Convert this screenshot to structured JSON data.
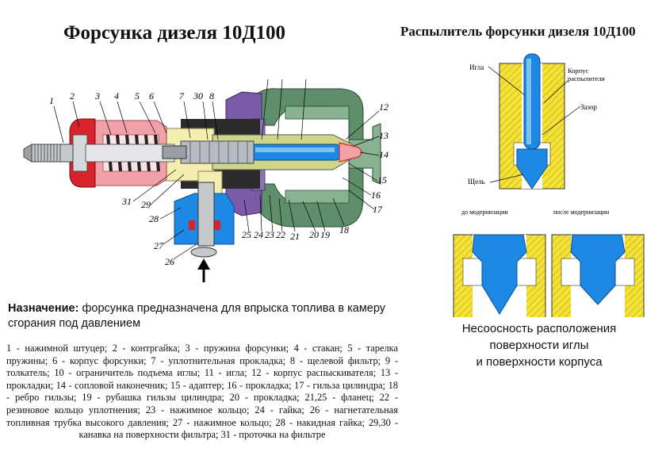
{
  "title": "Форсунка дизеля 10Д100",
  "side_title": "Распылитель форсунки дизеля 10Д100",
  "callouts": [
    "1",
    "2",
    "3",
    "4",
    "5",
    "6",
    "7",
    "30",
    "8",
    "12",
    "13",
    "14",
    "15",
    "16",
    "17",
    "18",
    "19",
    "20",
    "21",
    "22",
    "23",
    "24",
    "25",
    "26",
    "27",
    "28",
    "29",
    "31"
  ],
  "nozzle_labels": {
    "needle": "Игла",
    "body_line1": "Корпус",
    "body_line2": "распылителя",
    "gap": "Зазор",
    "slot": "Щель",
    "before": "до модернизации",
    "after": "после модернизации"
  },
  "purpose_heading": "Назначение:",
  "purpose_text": "форсунка предназначена для впрыска топлива в камеру сгорания под давлением",
  "legend_text": "1 - нажимной штуцер; 2 - контргайка; 3 - пружина форсунки; 4 - стакан; 5 - тарелка пружины; 6 - корпус форсунки; 7 - уплотнительная прокладка; 8 - щелевой фильтр; 9 - толкатель; 10 - ограничитель подъема иглы; 11 - игла; 12 - корпус распыскивателя; 13 - прокладки; 14 - сопловой наконечник; 15 - адаптер; 16 - прокладка; 17 - гильза цилиндра; 18 - ребро гильзы; 19 - рубашка гильзы цилиндра; 20 - прокладка; 21,25 - фланец; 22 - резиновое кольцо уплотнения; 23 - нажимное кольцо; 24 - гайка; 26 - нагнетательная топливная трубка высокого давления; 27 - нажимное кольцо; 28 - накидная гайка; 29,30 - канавка на поверхности фильтра; 31 - проточка на фильтре",
  "caption_lines": [
    "Несоосность расположения",
    "поверхности иглы",
    "и поверхности корпуса"
  ],
  "colors": {
    "red": "#d8222c",
    "pink": "#f0a2a8",
    "yellow_light": "#f4eeb0",
    "yellow": "#f2e23a",
    "green_dark": "#5f8f6a",
    "green_mid": "#88b392",
    "purple": "#7b5ba8",
    "blue": "#1e88e5",
    "blue_light": "#7ec3f0",
    "steel": "#b7bcc2"
  }
}
